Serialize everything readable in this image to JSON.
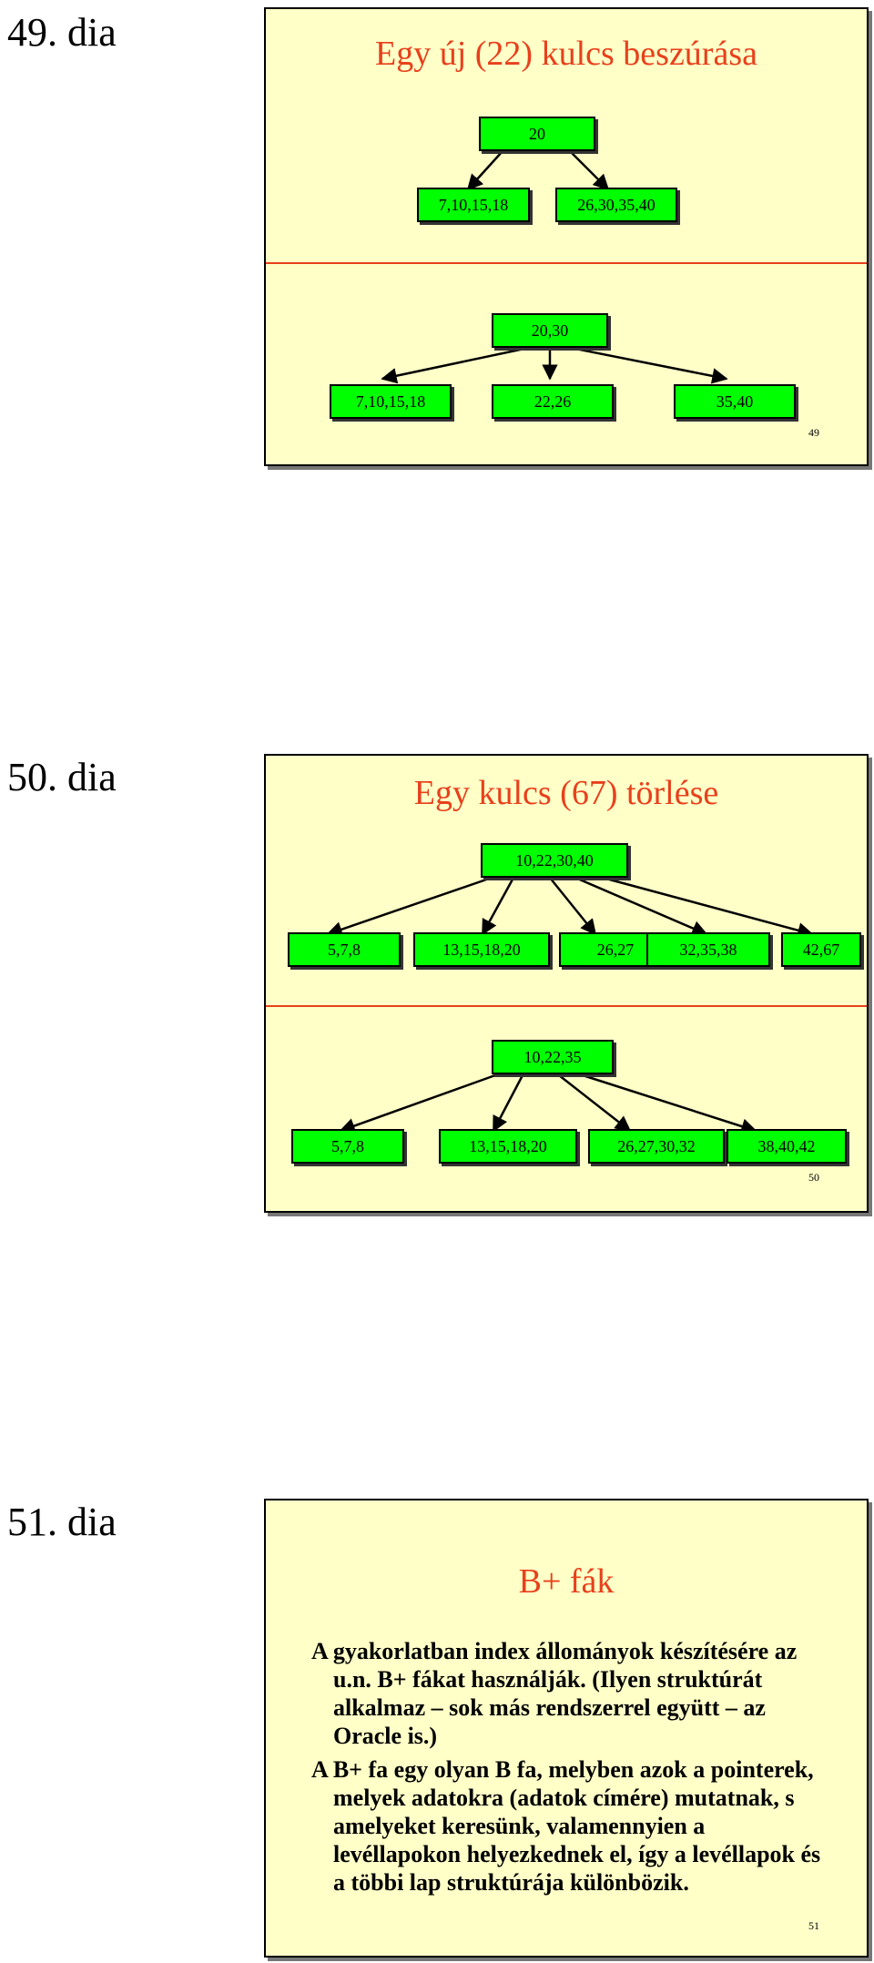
{
  "slides": [
    {
      "label": "49. dia",
      "title": "Egy új (22) kulcs beszúrása",
      "page": "49",
      "before": {
        "root": "20",
        "children": [
          "7,10,15,18",
          "26,30,35,40"
        ]
      },
      "after": {
        "root": "20,30",
        "children": [
          "7,10,15,18",
          "22,26",
          "35,40"
        ]
      }
    },
    {
      "label": "50. dia",
      "title": "Egy kulcs (67) törlése",
      "page": "50",
      "before": {
        "root": "10,22,30,40",
        "children": [
          "5,7,8",
          "13,15,18,20",
          "26,27",
          "32,35,38",
          "42,67"
        ]
      },
      "after": {
        "root": "10,22,35",
        "children": [
          "5,7,8",
          "13,15,18,20",
          "26,27,30,32",
          "38,40,42"
        ]
      }
    },
    {
      "label": "51. dia",
      "title": "B+ fák",
      "page": "51",
      "bullets": [
        "A gyakorlatban index állományok készítésére az u.n. B+ fákat használják. (Ilyen struktúrát alkalmaz – sok más rendszerrel együtt – az Oracle is.)",
        "A B+ fa egy olyan B fa, melyben azok a pointerek, melyek adatokra (adatok címére) mutatnak, s amelyeket keresünk, valamennyien a levéllapokon helyezkednek el, így a levéllapok és a többi lap struktúrája különbözik."
      ]
    }
  ],
  "colors": {
    "slide_bg": "#ffffc8",
    "title": "#e8401c",
    "node": "#00ff00"
  }
}
